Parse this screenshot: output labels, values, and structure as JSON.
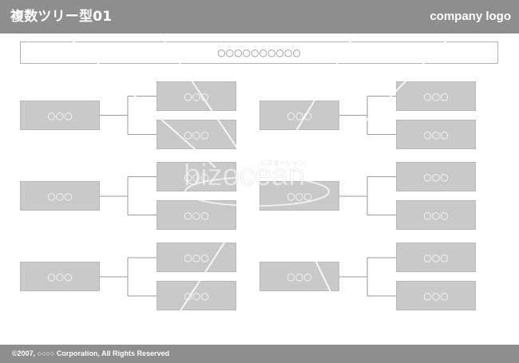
{
  "header": {
    "title": "複数ツリー型01",
    "logo": "company logo"
  },
  "banner": {
    "text": "○○○○○○○○○○"
  },
  "trees": [
    {
      "root": "○○○",
      "children": [
        "○○○",
        "○○○"
      ]
    },
    {
      "root": "○○○",
      "children": [
        "○○○",
        "○○○"
      ]
    },
    {
      "root": "○○○",
      "children": [
        "○○○",
        "○○○"
      ]
    },
    {
      "root": "○○○",
      "children": [
        "○○○",
        "○○○"
      ]
    },
    {
      "root": "○○○",
      "children": [
        "○○○",
        "○○○"
      ]
    },
    {
      "root": "○○○",
      "children": [
        "○○○",
        "○○○"
      ]
    }
  ],
  "watermark": {
    "brand": "bizocean",
    "kana": "ビズオーシャン"
  },
  "footer": {
    "copyright": "©2007, ○○○○ Corporation, All Rights Reserved"
  },
  "colors": {
    "header_bg": "#8e8e8e",
    "box_fill": "#c9c9c9",
    "connector": "#9a9a9a"
  }
}
